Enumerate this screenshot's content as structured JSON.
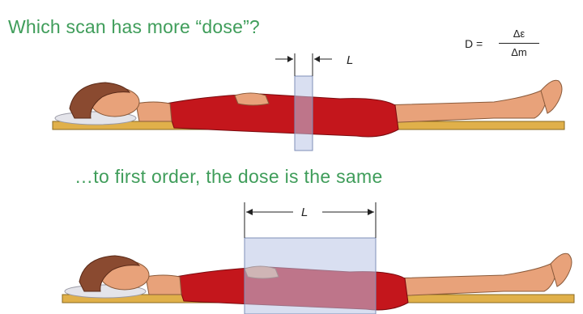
{
  "question": "Which scan has more “dose”?",
  "answer": "…to first order, the dose is the same",
  "formula": {
    "lhs": "D =",
    "numerator": "Δε",
    "denominator": "Δm"
  },
  "narrow_scan": {
    "width_label": "L"
  },
  "wide_scan": {
    "width_label": "L"
  },
  "colors": {
    "title_text": "#3f9d5a",
    "scan_region": "#b9c4e6",
    "dress": "#c4161c",
    "skin": "#e8a27a",
    "table": "#e0b04a"
  }
}
